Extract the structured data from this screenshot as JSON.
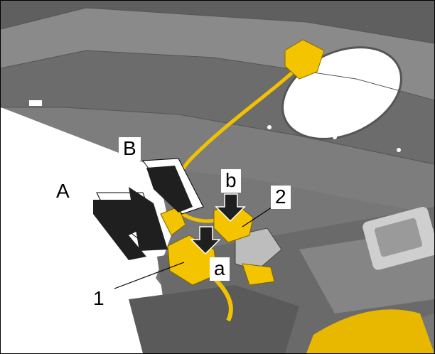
{
  "figure": {
    "labels": {
      "A": "A",
      "B": "B",
      "a": "a",
      "b": "b",
      "one": "1",
      "two": "2"
    },
    "colors": {
      "frame": "#000000",
      "background": "#ffffff",
      "panel_dark": "#6f6f6f",
      "panel_mid": "#8c8c8c",
      "panel_light": "#a7a7a7",
      "harness_yellow": "#f2c200",
      "connector_yellow": "#f5c400",
      "arrow_fill": "#1f1f1f"
    }
  }
}
